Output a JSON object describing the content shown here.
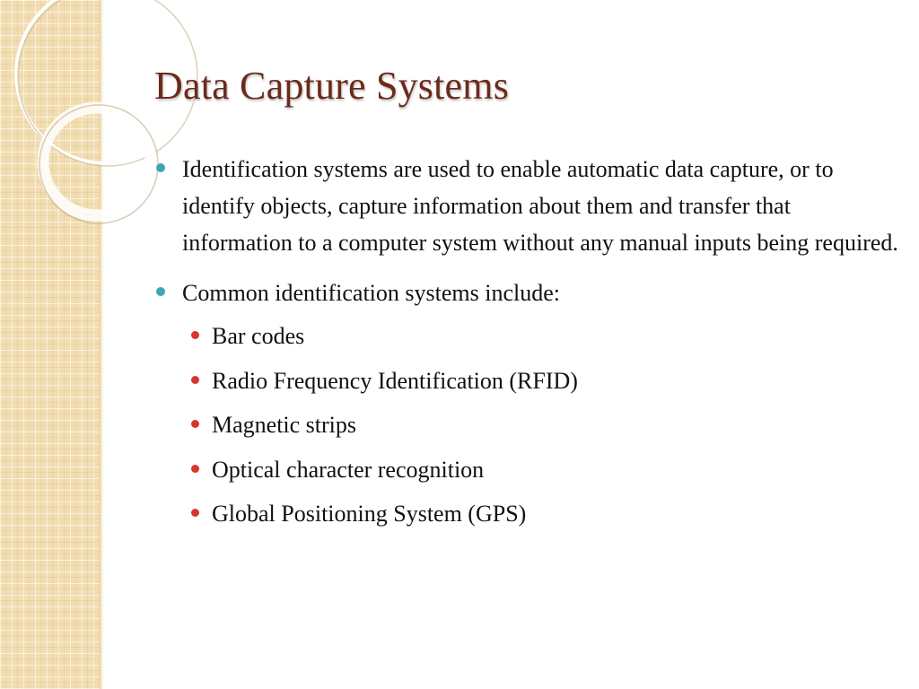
{
  "slide": {
    "title": "Data Capture Systems",
    "bullets": [
      {
        "text": "Identification systems are used to enable automatic data capture, or to identify objects, capture information about them and transfer that information to a computer system without any manual inputs being required."
      },
      {
        "text": "Common identification systems include:",
        "sub_items": [
          "Bar codes",
          "Radio Frequency Identification (RFID)",
          "Magnetic strips",
          "Optical character recognition",
          "Global Positioning System (GPS)"
        ]
      }
    ]
  },
  "colors": {
    "title": "#6b2a1a",
    "primary_bullet": "#3ea5b4",
    "secondary_bullet": "#d9352f",
    "side_band": "#f1ddb1"
  }
}
